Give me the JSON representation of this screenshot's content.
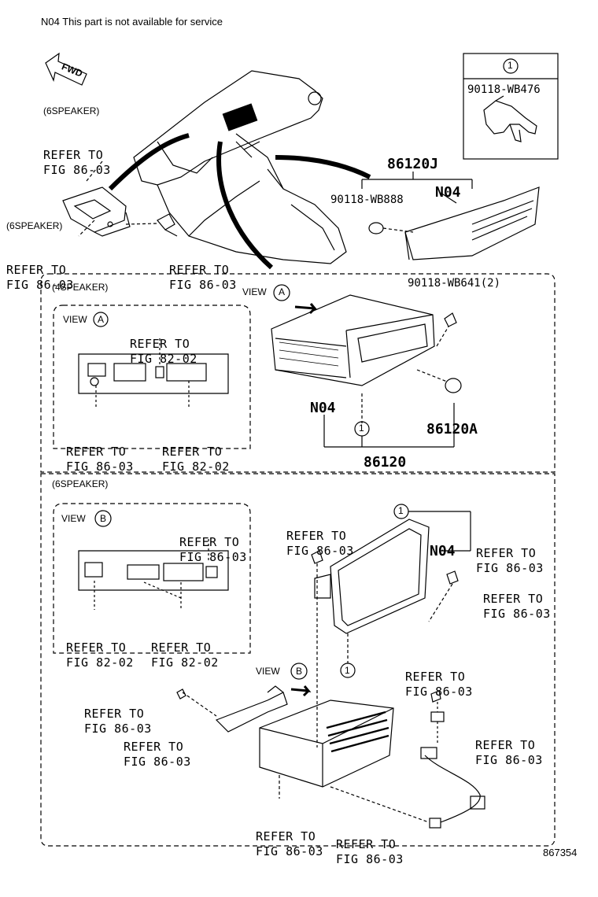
{
  "note": "N04 This part is not available for service",
  "diagram_id": "867354",
  "fwd": "FWD",
  "refer_to": "REFER TO",
  "fig_86_03": "FIG 86-03",
  "fig_82_02": "FIG 82-02",
  "six_speaker_paren": "(6SPEAKER)",
  "four_speaker_paren": "(4SPEAKER)",
  "view": "VIEW",
  "view_a": "A",
  "view_b": "B",
  "circle_1": "1",
  "n04": "N04",
  "parts": {
    "p90118_wb476": "90118-WB476",
    "p86120J": "86120J",
    "p90118_wb888": "90118-WB888",
    "p90118_wb641": "90118-WB641(2)",
    "p86120A": "86120A",
    "p86120": "86120"
  }
}
